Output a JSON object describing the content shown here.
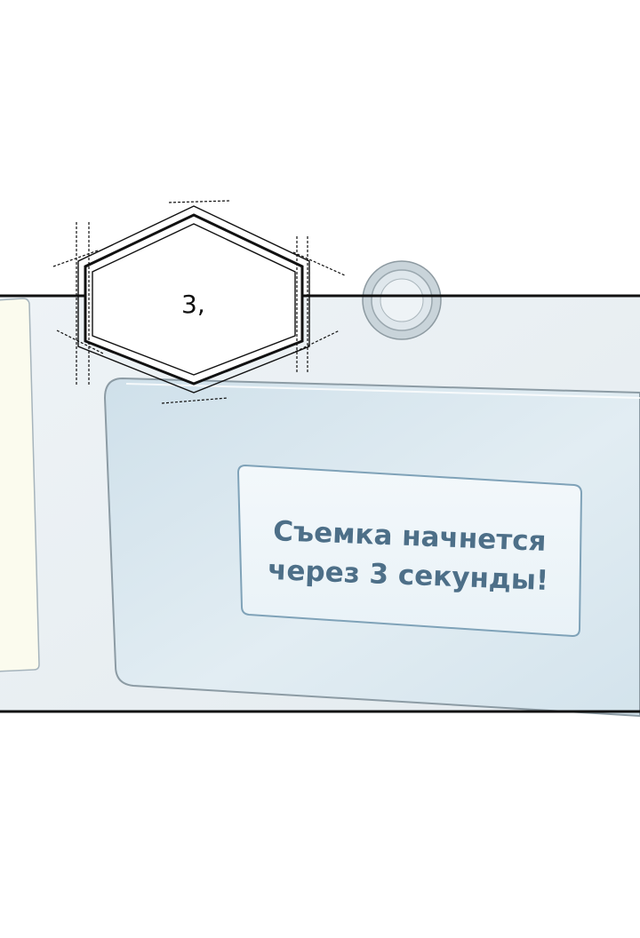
{
  "panel": {
    "sfx_text": "3,",
    "screen_message": {
      "line1": "Съемка начнется",
      "line2": "через 3 секунды!"
    }
  }
}
